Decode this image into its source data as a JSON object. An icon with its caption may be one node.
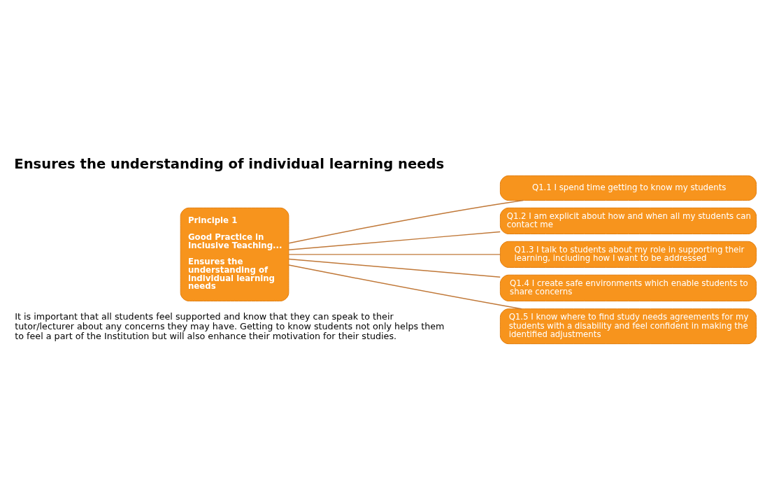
{
  "diagram": {
    "title": "Ensures the understanding of individual learning needs",
    "nodes": [
      {
        "text": [
          "Principle 1",
          "Good Practice in Inclusive Teaching...",
          "Ensures the understanding of individual learning needs"
        ]
      },
      {
        "text": [
          "Q1.1 I spend time getting to know my students"
        ]
      },
      {
        "text": [
          "Q1.2 I am explicit about how and when all my students can contact me"
        ]
      },
      {
        "text": [
          "Q1.3 I talk to students about my role in supporting their learning, including how I want to be addressed"
        ]
      },
      {
        "text": [
          "Q1.4 I create safe environments which enable students to share concerns"
        ]
      },
      {
        "text": [
          "Q1.5 I know where to find study needs agreements for my students with a disability and feel confident in making the identified adjustments"
        ]
      }
    ],
    "edges": [
      {
        "from": 0,
        "to": 1,
        "arrow": "none"
      },
      {
        "from": 0,
        "to": 2,
        "arrow": "none"
      },
      {
        "from": 0,
        "to": 3,
        "arrow": "none"
      },
      {
        "from": 0,
        "to": 4,
        "arrow": "none"
      },
      {
        "from": 0,
        "to": 5,
        "arrow": "none"
      }
    ],
    "labels": [
      "It is important that all students feel supported and know that they can speak to their tutor/lecturer about any concerns they may have. Getting to know students not only helps them to feel a part of the Institution but will also enhance their motivation for their studies."
    ]
  }
}
